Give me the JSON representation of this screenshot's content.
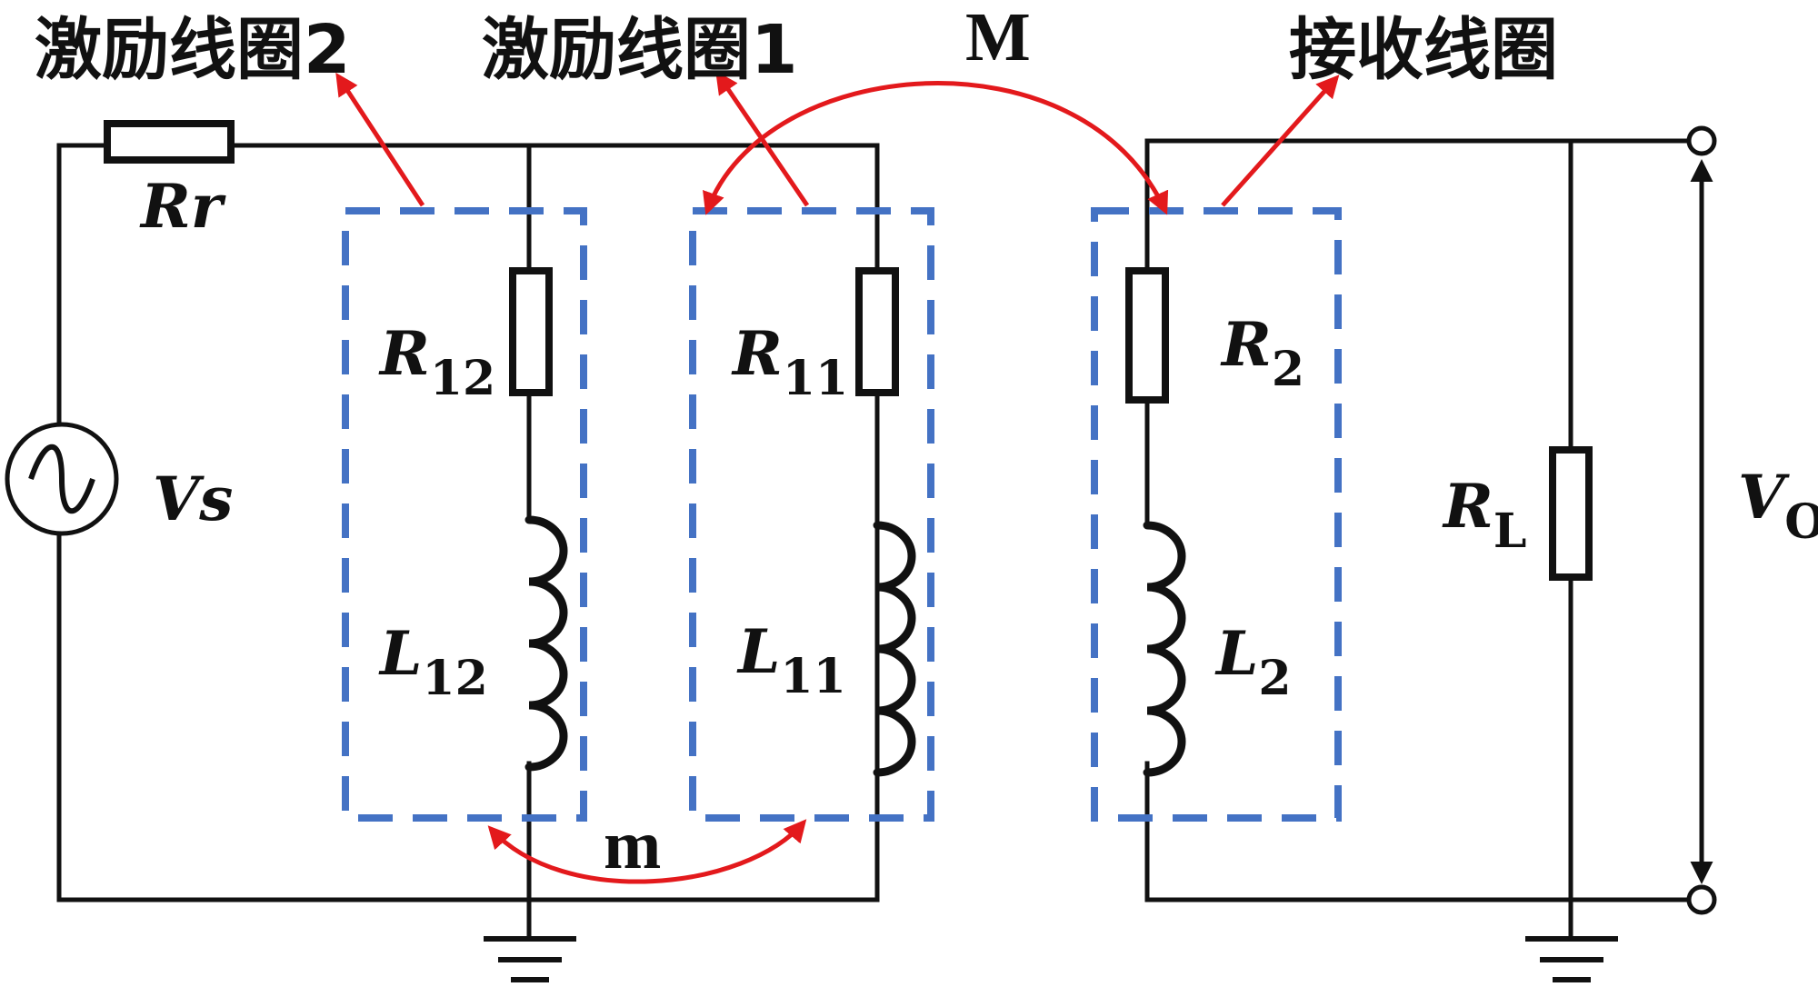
{
  "labels": {
    "excitation_coil_2": "激励线圈2",
    "excitation_coil_1": "激励线圈1",
    "receiving_coil": "接收线圈",
    "mutual_M": "M",
    "mutual_m": "m"
  },
  "components": {
    "Rr": {
      "main": "Rr",
      "sub": ""
    },
    "Vs": {
      "main": "Vs",
      "sub": ""
    },
    "R12": {
      "main": "R",
      "sub": "12"
    },
    "L12": {
      "main": "L",
      "sub": "12"
    },
    "R11": {
      "main": "R",
      "sub": "11"
    },
    "L11": {
      "main": "L",
      "sub": "11"
    },
    "R2": {
      "main": "R",
      "sub": "2"
    },
    "L2": {
      "main": "L",
      "sub": "2"
    },
    "RL": {
      "main": "R",
      "sub": "L"
    },
    "V0": {
      "main": "V",
      "sub": "O"
    }
  },
  "colors": {
    "wire": "#111111",
    "dashed_box": "#4472C4",
    "arrow": "#E3191C"
  }
}
